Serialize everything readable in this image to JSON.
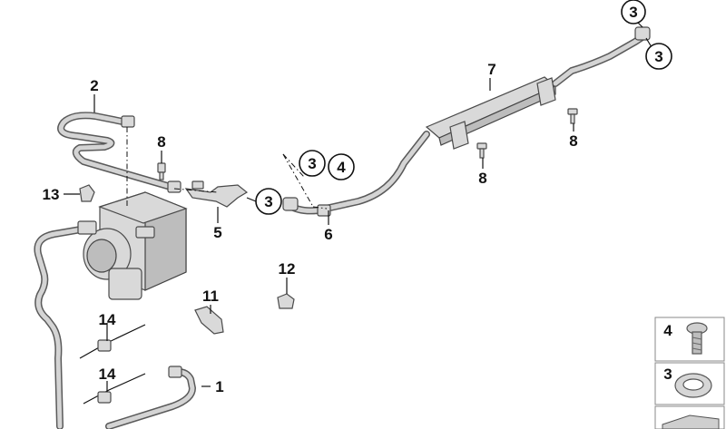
{
  "diagram": {
    "labels": {
      "p1": "1",
      "p2": "2",
      "p3a": "3",
      "p3b": "3",
      "p3c": "3",
      "p3d": "3",
      "p4": "4",
      "p5": "5",
      "p6": "6",
      "p7": "7",
      "p8a": "8",
      "p8b": "8",
      "p8c": "8",
      "p11": "11",
      "p12": "12",
      "p13": "13",
      "p14a": "14",
      "p14b": "14"
    },
    "legend": {
      "item1": "4",
      "item2": "3"
    }
  }
}
